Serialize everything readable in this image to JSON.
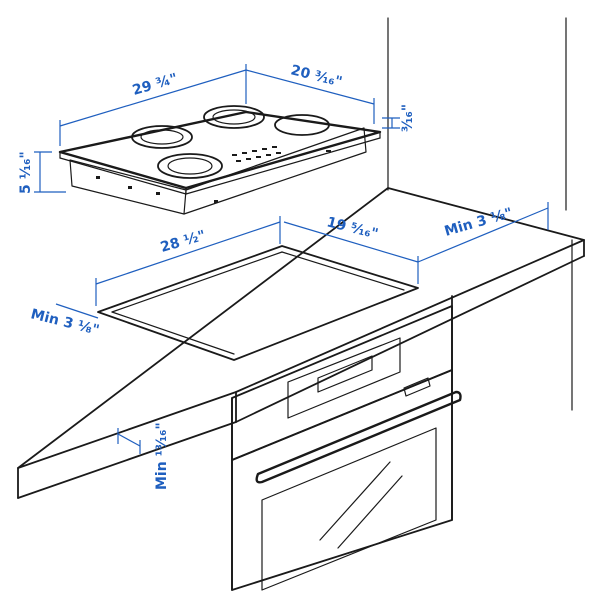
{
  "colors": {
    "dimension": "#1f5fbf",
    "linework": "#1a1a1a",
    "background": "#ffffff"
  },
  "dimensions": {
    "cooktop_width": "29 ¾\"",
    "cooktop_depth": "20 ³⁄₁₆\"",
    "cooktop_height": "5 ¹⁄₁₆\"",
    "glass_thickness": "³⁄₁₆\"",
    "cutout_width": "28 ½\"",
    "cutout_depth": "19 ⁵⁄₁₆\"",
    "min_back_clearance": "Min 3 ⅛\"",
    "min_front_clearance": "Min 3 ⅛\"",
    "min_counter_thickness": "Min ¹³⁄₁₆\""
  }
}
